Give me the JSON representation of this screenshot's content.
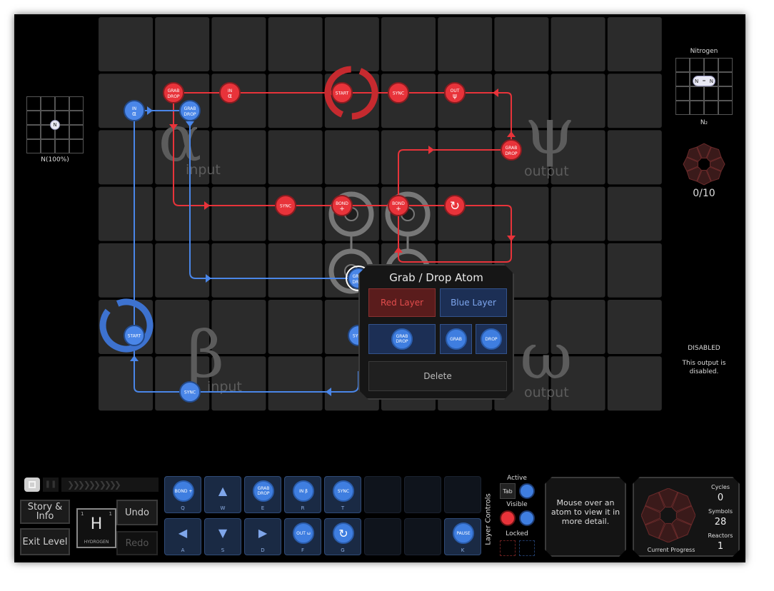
{
  "colors": {
    "red": "#e8333a",
    "blue": "#4a86e8",
    "tile": "#2b2b2b",
    "background": "#000000"
  },
  "areas": {
    "alpha": {
      "symbol": "α",
      "label": "input"
    },
    "beta": {
      "symbol": "β",
      "label": "input"
    },
    "psi": {
      "symbol": "ψ",
      "label": "output"
    },
    "omega": {
      "symbol": "ω",
      "label": "output"
    }
  },
  "input_panel": {
    "atom": "N",
    "caption": "N(100%)"
  },
  "output_panel": {
    "title": "Nitrogen",
    "molecule": [
      "N",
      "N"
    ],
    "formula": "N₂",
    "progress": "0/10",
    "progress_done": 0,
    "progress_total": 10,
    "disabled_title": "DISABLED",
    "disabled_text": "This output is disabled."
  },
  "board_instructions": {
    "red": [
      {
        "id": "r-grab1",
        "label": "GRAB DROP"
      },
      {
        "id": "r-in",
        "label": "IN α"
      },
      {
        "id": "r-start",
        "label": "START"
      },
      {
        "id": "r-sync1",
        "label": "SYNC"
      },
      {
        "id": "r-out",
        "label": "OUT ψ"
      },
      {
        "id": "r-grab2",
        "label": "GRAB DROP"
      },
      {
        "id": "r-sync2",
        "label": "SYNC"
      },
      {
        "id": "r-bond1",
        "label": "BOND +"
      },
      {
        "id": "r-bond2",
        "label": "BOND +"
      },
      {
        "id": "r-rotate",
        "label": "rotate"
      }
    ],
    "blue": [
      {
        "id": "b-in",
        "label": "IN α"
      },
      {
        "id": "b-grab1",
        "label": "GRAB DROP"
      },
      {
        "id": "b-grab2",
        "label": "GRAB DROP"
      },
      {
        "id": "b-start",
        "label": "START"
      },
      {
        "id": "b-sync1",
        "label": "SYNC"
      },
      {
        "id": "b-sync2",
        "label": "SYNC"
      }
    ]
  },
  "popup": {
    "title": "Grab / Drop Atom",
    "red_layer": "Red Layer",
    "blue_layer": "Blue Layer",
    "grab_drop": "GRAB DROP",
    "grab": "GRAB",
    "drop": "DROP",
    "delete": "Delete"
  },
  "bottom": {
    "story": "Story & Info",
    "exit": "Exit Level",
    "undo": "Undo",
    "redo": "Redo",
    "element": {
      "symbol": "H",
      "number": "1",
      "mass": "1",
      "name": "HYDROGEN"
    },
    "tools_row1": [
      {
        "label": "BOND +",
        "key": "Q",
        "kind": "circle"
      },
      {
        "label": "▲",
        "key": "W",
        "kind": "arrow"
      },
      {
        "label": "GRAB DROP",
        "key": "E",
        "kind": "circle"
      },
      {
        "label": "IN β",
        "key": "R",
        "kind": "circle"
      },
      {
        "label": "SYNC",
        "key": "T",
        "kind": "circle"
      }
    ],
    "tools_row2": [
      {
        "label": "◀",
        "key": "A",
        "kind": "arrow"
      },
      {
        "label": "▼",
        "key": "S",
        "kind": "arrow"
      },
      {
        "label": "▶",
        "key": "D",
        "kind": "arrow"
      },
      {
        "label": "OUT ω",
        "key": "F",
        "kind": "circle"
      },
      {
        "label": "↻",
        "key": "G",
        "kind": "circle"
      }
    ],
    "pause": {
      "label": "PAUSE",
      "key": "K"
    },
    "layer_controls": {
      "title": "Layer Controls",
      "active": "Active",
      "tab": "Tab",
      "visible": "Visible",
      "locked": "Locked"
    },
    "mouse_hint": "Mouse over an atom to view it in more detail.",
    "stats": {
      "cycles_label": "Cycles",
      "cycles": "0",
      "symbols_label": "Symbols",
      "symbols": "28",
      "reactors_label": "Reactors",
      "reactors": "1",
      "progress_label": "Current Progress"
    }
  }
}
